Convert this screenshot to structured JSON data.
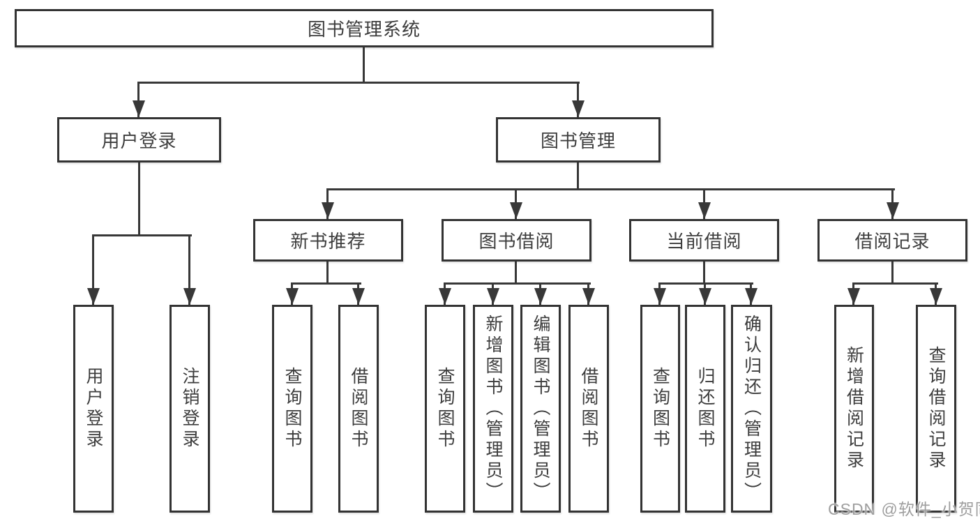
{
  "tree": {
    "root": {
      "label": "图书管理系统"
    },
    "branches": [
      {
        "label": "用户登录",
        "children": [
          {
            "label": "用户登录"
          },
          {
            "label": "注销登录"
          }
        ]
      },
      {
        "label": "图书管理",
        "children": [
          {
            "label": "新书推荐",
            "children": [
              {
                "label": "查询图书"
              },
              {
                "label": "借阅图书"
              }
            ]
          },
          {
            "label": "图书借阅",
            "children": [
              {
                "label": "查询图书"
              },
              {
                "label": "新增图书（管理员）"
              },
              {
                "label": "编辑图书（管理员）"
              },
              {
                "label": "借阅图书"
              }
            ]
          },
          {
            "label": "当前借阅",
            "children": [
              {
                "label": "查询图书"
              },
              {
                "label": "归还图书"
              },
              {
                "label": "确认归还（管理员）"
              }
            ]
          },
          {
            "label": "借阅记录",
            "children": [
              {
                "label": "新增借阅记录"
              },
              {
                "label": "查询借阅记录"
              }
            ]
          }
        ]
      }
    ]
  },
  "watermark": {
    "text": "CSDN @软件_小贺同学",
    "color": "#9e9e9e"
  },
  "colors": {
    "line": "#383838",
    "box_border": "#333333",
    "text": "#3d3d3d",
    "background": "#ffffff"
  }
}
